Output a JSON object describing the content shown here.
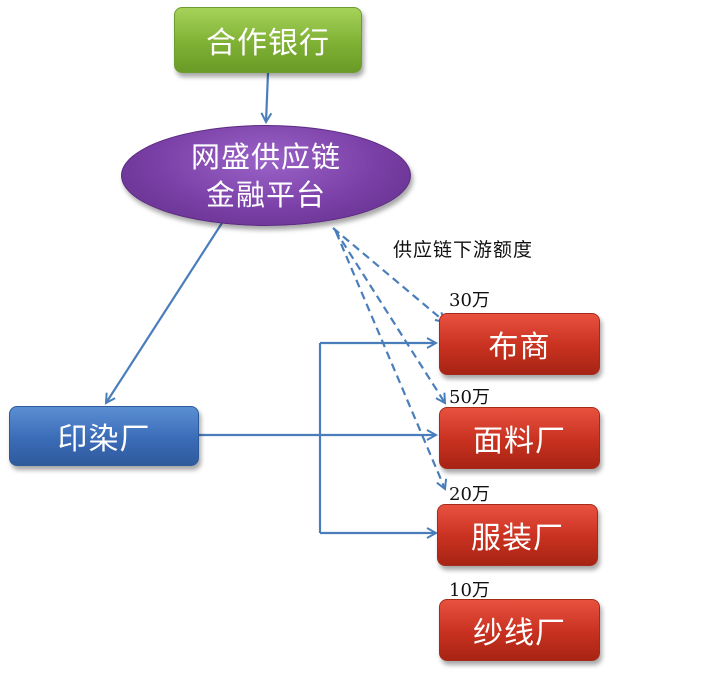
{
  "nodes": {
    "bank": "合作银行",
    "platform_line1": "网盛供应链",
    "platform_line2": "金融平台",
    "dyeing_factory": "印染厂",
    "cloth_merchant": "布商",
    "fabric_factory": "面料厂",
    "garment_factory": "服装厂",
    "yarn_factory": "纱线厂"
  },
  "caption": "供应链下游额度",
  "amounts": {
    "cloth_merchant": "30万",
    "fabric_factory": "50万",
    "garment_factory": "20万",
    "yarn_factory": "10万"
  },
  "colors": {
    "arrow": "#4a7ebb",
    "bank": "#7fb134",
    "platform": "#7a3fa6",
    "dyeing_factory": "#3b6cb7",
    "downstream": "#c8311f"
  }
}
